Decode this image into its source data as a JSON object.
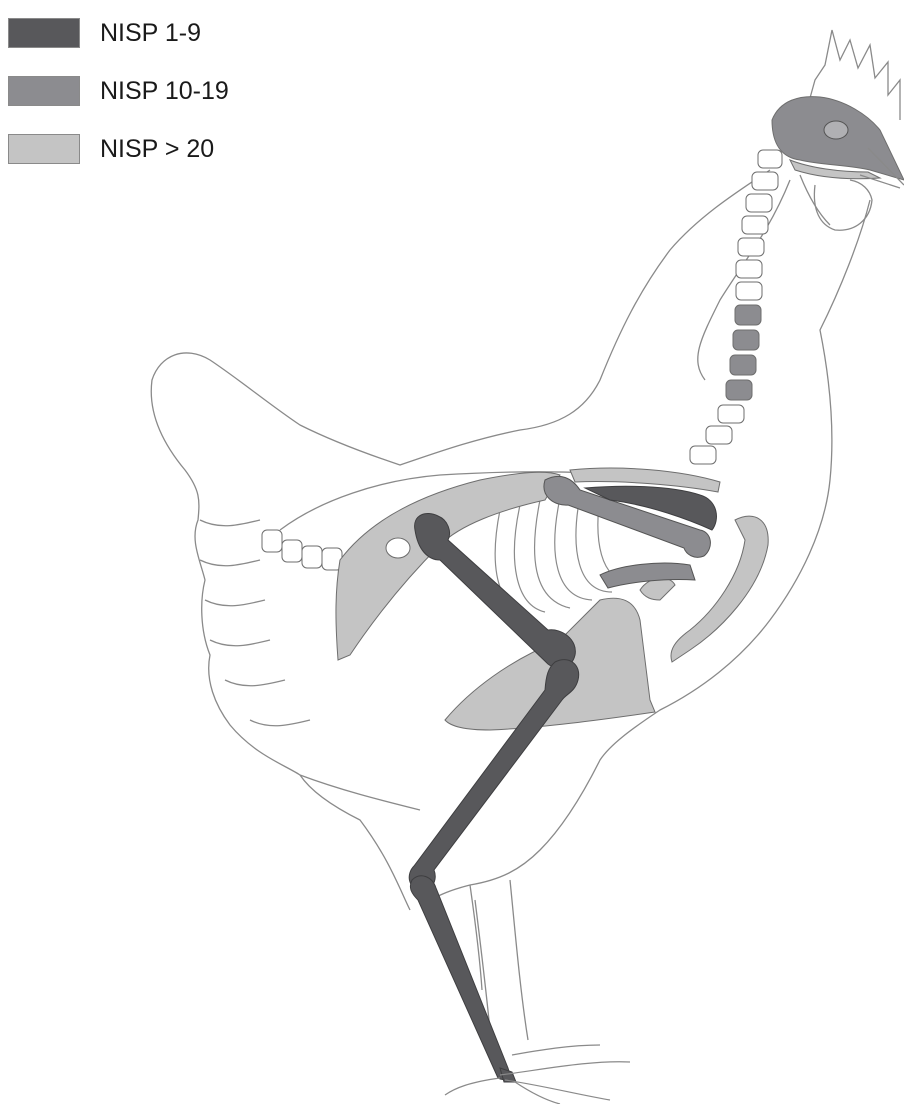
{
  "colors": {
    "nisp_low": "#58585b",
    "nisp_mid": "#8c8c90",
    "nisp_high": "#c4c4c4",
    "outline": "#8a8a8a",
    "bone_outline": "#6e6e6e",
    "background": "#ffffff"
  },
  "legend": {
    "items": [
      {
        "label": "NISP 1-9",
        "color": "#58585b"
      },
      {
        "label": "NISP 10-19",
        "color": "#8c8c90"
      },
      {
        "label": "NISP > 20",
        "color": "#c4c4c4"
      }
    ]
  }
}
